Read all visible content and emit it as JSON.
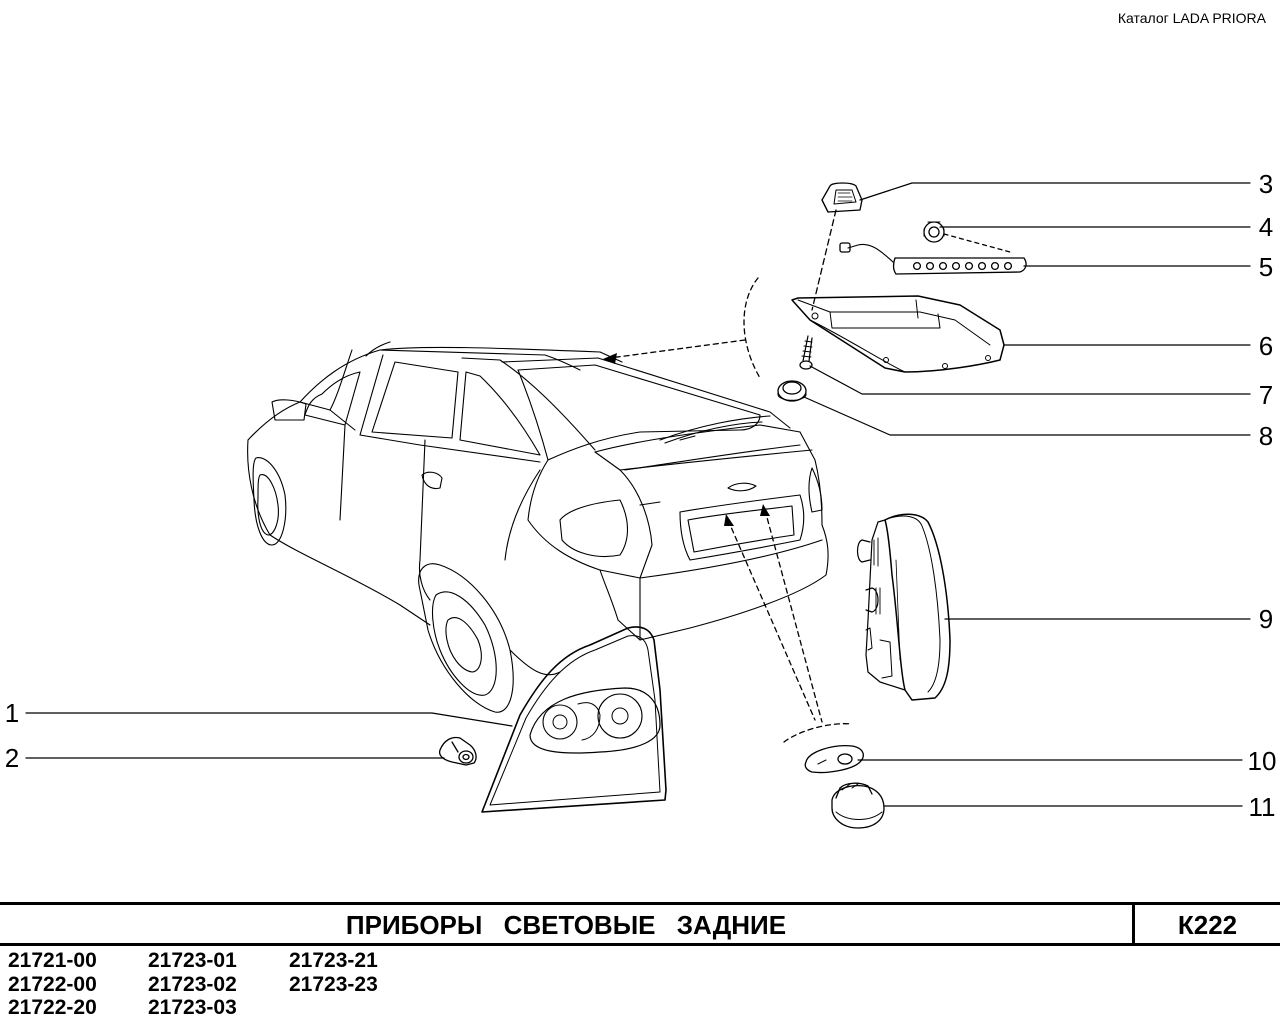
{
  "catalog_label": "Каталог  LADA  PRIORA",
  "callouts": [
    {
      "id": "1",
      "label": "1"
    },
    {
      "id": "2",
      "label": "2"
    },
    {
      "id": "3",
      "label": "3"
    },
    {
      "id": "4",
      "label": "4"
    },
    {
      "id": "5",
      "label": "5"
    },
    {
      "id": "6",
      "label": "6"
    },
    {
      "id": "7",
      "label": "7"
    },
    {
      "id": "8",
      "label": "8"
    },
    {
      "id": "9",
      "label": "9"
    },
    {
      "id": "10",
      "label": "10"
    },
    {
      "id": "11",
      "label": "11"
    }
  ],
  "title_block": {
    "title": "ПРИБОРЫ  СВЕТОВЫЕ  ЗАДНИЕ",
    "sheet_code": "К222"
  },
  "model_codes": [
    [
      "21721-00",
      "21722-00",
      "21722-20"
    ],
    [
      "21723-01",
      "21723-02",
      "21723-03"
    ],
    [
      "21723-21",
      "21723-23"
    ]
  ]
}
